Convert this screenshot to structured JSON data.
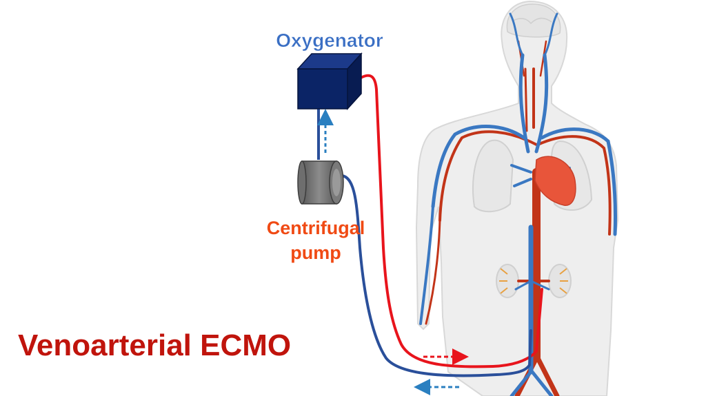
{
  "labels": {
    "oxygenator": "Oxygenator",
    "pump_line1": "Centrifugal",
    "pump_line2": "pump",
    "title": "Venoarterial ECMO"
  },
  "colors": {
    "oxygenator_label": "#3a6fc4",
    "pump_label": "#f04a14",
    "title": "#c0140c",
    "oxygenated_blood": "#e8141c",
    "venous_blood": "#2a4f9a",
    "vein": "#3a78c2",
    "artery": "#c23418",
    "heart": "#e8553a",
    "body": "#eeeeee",
    "oxygenator_box": "#0b2466"
  },
  "icons": {
    "oxygenator": "oxygenator-cube-icon",
    "pump": "pump-cylinder-icon",
    "body": "human-body-circulation-icon"
  }
}
